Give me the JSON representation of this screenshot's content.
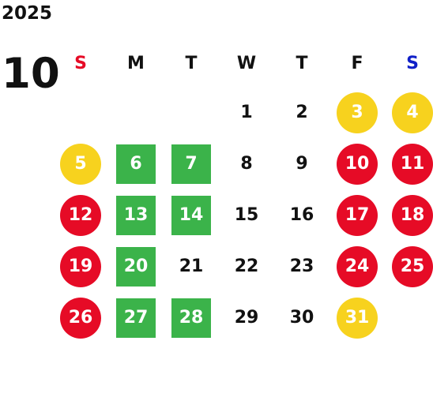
{
  "calendar": {
    "year": "2025",
    "month": "10",
    "weekdays": [
      {
        "label": "S",
        "color": "#e60b26"
      },
      {
        "label": "M",
        "color": "#111111"
      },
      {
        "label": "T",
        "color": "#111111"
      },
      {
        "label": "W",
        "color": "#111111"
      },
      {
        "label": "T",
        "color": "#111111"
      },
      {
        "label": "F",
        "color": "#111111"
      },
      {
        "label": "S",
        "color": "#1020c8"
      }
    ],
    "colors": {
      "yellow": "#f7d21e",
      "red": "#e60b26",
      "green": "#3bb34a"
    },
    "days": [
      {
        "n": "",
        "style": "none"
      },
      {
        "n": "",
        "style": "none"
      },
      {
        "n": "",
        "style": "none"
      },
      {
        "n": "1",
        "style": "plain"
      },
      {
        "n": "2",
        "style": "plain"
      },
      {
        "n": "3",
        "style": "saturday"
      },
      {
        "n": "4",
        "style": "saturday"
      },
      {
        "n": "5",
        "style": "saturday"
      },
      {
        "n": "6",
        "style": "green"
      },
      {
        "n": "7",
        "style": "green"
      },
      {
        "n": "8",
        "style": "plain"
      },
      {
        "n": "9",
        "style": "plain"
      },
      {
        "n": "10",
        "style": "holiday"
      },
      {
        "n": "11",
        "style": "holiday"
      },
      {
        "n": "12",
        "style": "holiday"
      },
      {
        "n": "13",
        "style": "green"
      },
      {
        "n": "14",
        "style": "green"
      },
      {
        "n": "15",
        "style": "plain"
      },
      {
        "n": "16",
        "style": "plain"
      },
      {
        "n": "17",
        "style": "holiday"
      },
      {
        "n": "18",
        "style": "holiday"
      },
      {
        "n": "19",
        "style": "holiday"
      },
      {
        "n": "20",
        "style": "green"
      },
      {
        "n": "21",
        "style": "plain"
      },
      {
        "n": "22",
        "style": "plain"
      },
      {
        "n": "23",
        "style": "plain"
      },
      {
        "n": "24",
        "style": "holiday"
      },
      {
        "n": "25",
        "style": "holiday"
      },
      {
        "n": "26",
        "style": "holiday"
      },
      {
        "n": "27",
        "style": "green"
      },
      {
        "n": "28",
        "style": "green"
      },
      {
        "n": "29",
        "style": "plain"
      },
      {
        "n": "30",
        "style": "plain"
      },
      {
        "n": "31",
        "style": "saturday"
      },
      {
        "n": "",
        "style": "none"
      }
    ]
  }
}
